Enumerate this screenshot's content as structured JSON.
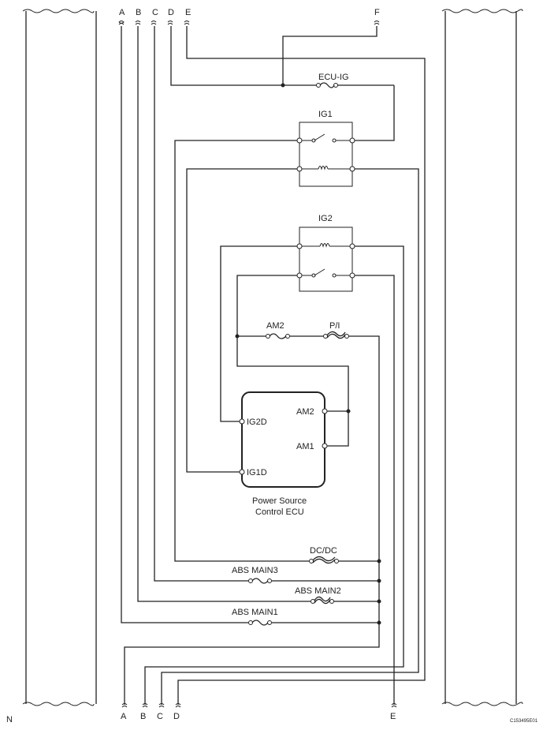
{
  "connectors": {
    "top": [
      "A",
      "B",
      "C",
      "D",
      "E",
      "F"
    ],
    "bottom": [
      "A",
      "B",
      "C",
      "D",
      "E"
    ]
  },
  "fuses": {
    "ecu_ig": "ECU-IG",
    "am2": "AM2",
    "pi": "P/I",
    "dcdc": "DC/DC",
    "abs_main3": "ABS MAIN3",
    "abs_main2": "ABS MAIN2",
    "abs_main1": "ABS MAIN1"
  },
  "relays": {
    "ig1": "IG1",
    "ig2": "IG2"
  },
  "ecu": {
    "name_line1": "Power Source",
    "name_line2": "Control ECU",
    "pins": {
      "ig2d": "IG2D",
      "ig1d": "IG1D",
      "am2": "AM2",
      "am1": "AM1"
    }
  },
  "corner_left": "N",
  "figure_code": "C153495E01"
}
